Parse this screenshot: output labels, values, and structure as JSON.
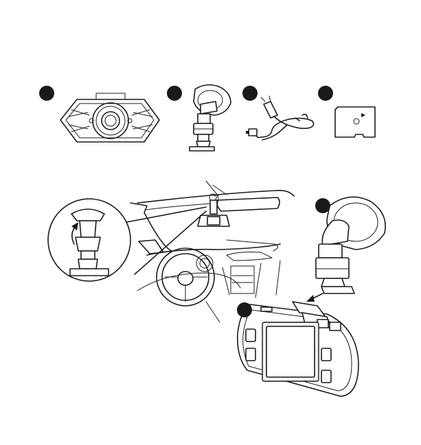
{
  "figure": {
    "colors": {
      "stroke": "#1a1a1a",
      "marker": "#1a1a1a",
      "panel": "#f1f1f1",
      "background": "#ffffff"
    },
    "markers": [
      "camera-marker",
      "mount-marker",
      "charger-marker",
      "sdcard-marker",
      "mount-step-marker",
      "camera-step-marker"
    ],
    "icons": [
      "dash-camera-icon",
      "suction-mount-icon",
      "car-charger-icon",
      "microsd-card-icon",
      "attach-arrow-icon",
      "play-triangle-icon"
    ],
    "sdcard_glyph": "▶"
  }
}
